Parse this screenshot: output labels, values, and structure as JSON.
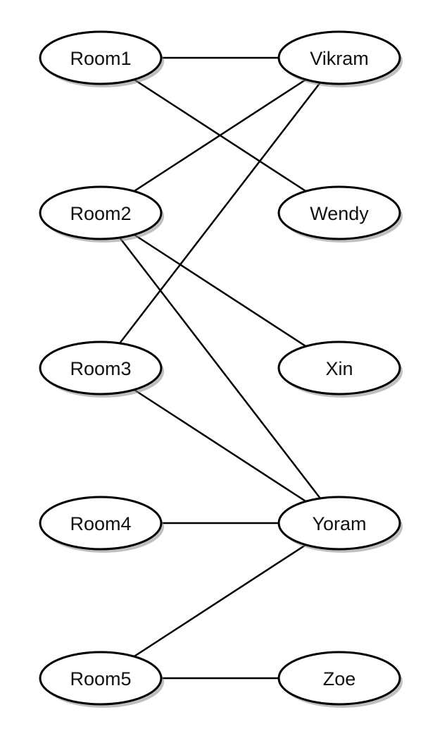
{
  "diagram": {
    "type": "bipartite-graph",
    "nodes": [
      {
        "id": "room1",
        "label": "Room1"
      },
      {
        "id": "room2",
        "label": "Room2"
      },
      {
        "id": "room3",
        "label": "Room3"
      },
      {
        "id": "room4",
        "label": "Room4"
      },
      {
        "id": "room5",
        "label": "Room5"
      },
      {
        "id": "vikram",
        "label": "Vikram"
      },
      {
        "id": "wendy",
        "label": "Wendy"
      },
      {
        "id": "xin",
        "label": "Xin"
      },
      {
        "id": "yoram",
        "label": "Yoram"
      },
      {
        "id": "zoe",
        "label": "Zoe"
      }
    ],
    "edges": [
      {
        "from": "room1",
        "to": "vikram"
      },
      {
        "from": "room1",
        "to": "wendy"
      },
      {
        "from": "room2",
        "to": "vikram"
      },
      {
        "from": "room2",
        "to": "xin"
      },
      {
        "from": "room2",
        "to": "yoram"
      },
      {
        "from": "room3",
        "to": "vikram"
      },
      {
        "from": "room3",
        "to": "yoram"
      },
      {
        "from": "room4",
        "to": "yoram"
      },
      {
        "from": "room5",
        "to": "yoram"
      },
      {
        "from": "room5",
        "to": "zoe"
      }
    ]
  }
}
